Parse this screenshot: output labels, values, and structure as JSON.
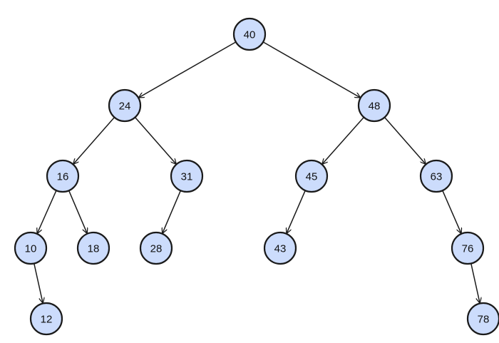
{
  "tree": {
    "nodes": [
      {
        "id": "n40",
        "label": "40"
      },
      {
        "id": "n24",
        "label": "24"
      },
      {
        "id": "n48",
        "label": "48"
      },
      {
        "id": "n16",
        "label": "16"
      },
      {
        "id": "n31",
        "label": "31"
      },
      {
        "id": "n45",
        "label": "45"
      },
      {
        "id": "n63",
        "label": "63"
      },
      {
        "id": "n10",
        "label": "10"
      },
      {
        "id": "n18",
        "label": "18"
      },
      {
        "id": "n28",
        "label": "28"
      },
      {
        "id": "n43",
        "label": "43"
      },
      {
        "id": "n76",
        "label": "76"
      },
      {
        "id": "n12",
        "label": "12"
      },
      {
        "id": "n78",
        "label": "78"
      }
    ],
    "edges": [
      [
        "n40",
        "n24"
      ],
      [
        "n40",
        "n48"
      ],
      [
        "n24",
        "n16"
      ],
      [
        "n24",
        "n31"
      ],
      [
        "n48",
        "n45"
      ],
      [
        "n48",
        "n63"
      ],
      [
        "n16",
        "n10"
      ],
      [
        "n16",
        "n18"
      ],
      [
        "n31",
        "n28"
      ],
      [
        "n45",
        "n43"
      ],
      [
        "n63",
        "n76"
      ],
      [
        "n10",
        "n12"
      ],
      [
        "n76",
        "n78"
      ]
    ],
    "colors": {
      "node_fill": "#ccdcfc",
      "stroke": "#1a1a1a"
    }
  }
}
